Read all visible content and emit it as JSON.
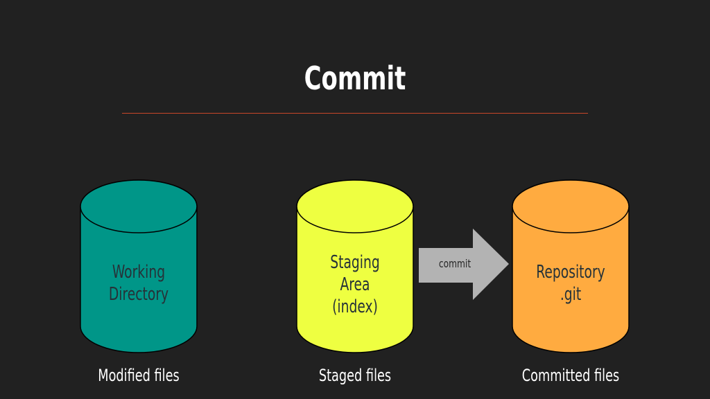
{
  "slide": {
    "title": "Commit",
    "divider_color": "#c8472a"
  },
  "nodes": [
    {
      "id": "working",
      "lines": [
        "Working",
        "Directory"
      ],
      "caption": "Modified files",
      "fill": "#009688",
      "text_color": "#263238"
    },
    {
      "id": "staging",
      "lines": [
        "Staging",
        "Area",
        "(index)"
      ],
      "caption": "Staged files",
      "fill": "#eeff41",
      "text_color": "#263238"
    },
    {
      "id": "repository",
      "lines": [
        "Repository",
        ".git"
      ],
      "caption": "Committed files",
      "fill": "#ffab40",
      "text_color": "#263238"
    }
  ],
  "arrow": {
    "label": "commit",
    "fill": "#b3b3b3"
  }
}
